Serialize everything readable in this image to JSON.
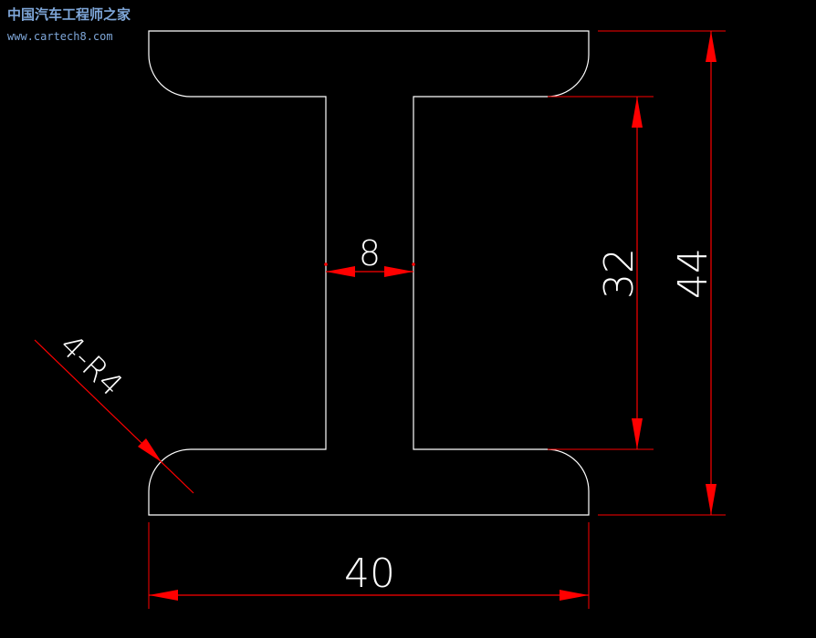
{
  "watermark": {
    "line1": "中国汽车工程师之家",
    "line2": "www.cartech8.com"
  },
  "dimensions": {
    "width_total": "40",
    "height_total": "44",
    "web_height": "32",
    "web_thickness": "8",
    "fillet_label": "4-R4"
  },
  "colors": {
    "background": "#000000",
    "outline": "#ffffff",
    "dimension": "#ff0000",
    "text": "#ffffff",
    "watermark": "#7ea6d8"
  }
}
